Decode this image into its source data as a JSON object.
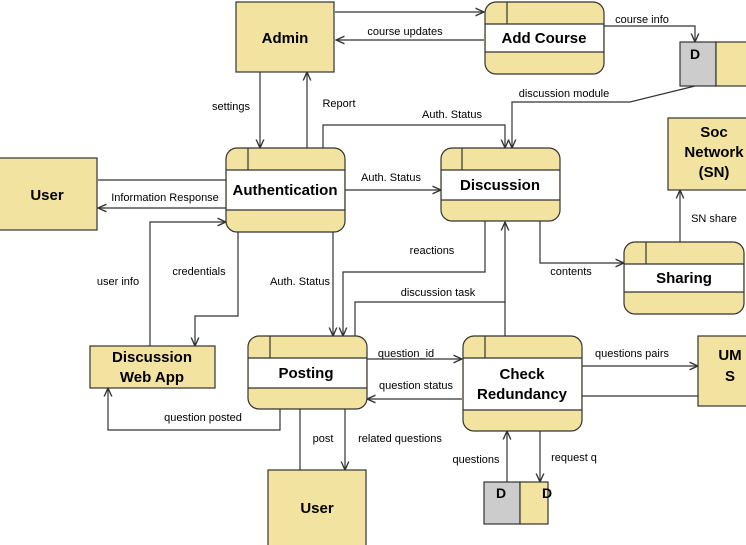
{
  "colors": {
    "fill": "#f2e3a1",
    "stroke": "#333333",
    "store_id_fill": "#cccccc",
    "background": "#ffffff"
  },
  "entities": {
    "admin": "Admin",
    "user_left": "User",
    "user_bottom": "User",
    "social_network": [
      "Soc",
      "Network",
      "(SN)"
    ],
    "discussion_web_app": [
      "Discussion",
      "Web App"
    ],
    "um_partial": [
      "UM",
      "S"
    ]
  },
  "processes": {
    "add_course": "Add Course",
    "authentication": "Authentication",
    "discussion": "Discussion",
    "sharing": "Sharing",
    "posting": "Posting",
    "check_redundancy": [
      "Check",
      "Redundancy"
    ]
  },
  "stores": {
    "store_top_id": "D",
    "store_bottom_id": "D",
    "store_bottom_name": "D"
  },
  "flows": {
    "course_updates": "course updates",
    "course_info": "course info",
    "settings": "settings",
    "report": "Report",
    "auth_status_top": "Auth. Status",
    "discussion_module": "discussion module",
    "auth_status_mid": "Auth. Status",
    "information_response": "Information Response",
    "sn_share": "SN share",
    "reactions": "reactions",
    "contents": "contents",
    "user_info": "user info",
    "credentials": "credentials",
    "auth_status_low": "Auth. Status",
    "discussion_task": "discussion task",
    "question_id": "question_id",
    "question_status": "question status",
    "questions_pairs": "questions pairs",
    "question_posted": "question posted",
    "post": "post",
    "related_questions": "related questions",
    "questions": "questions",
    "request_q": "request q"
  }
}
